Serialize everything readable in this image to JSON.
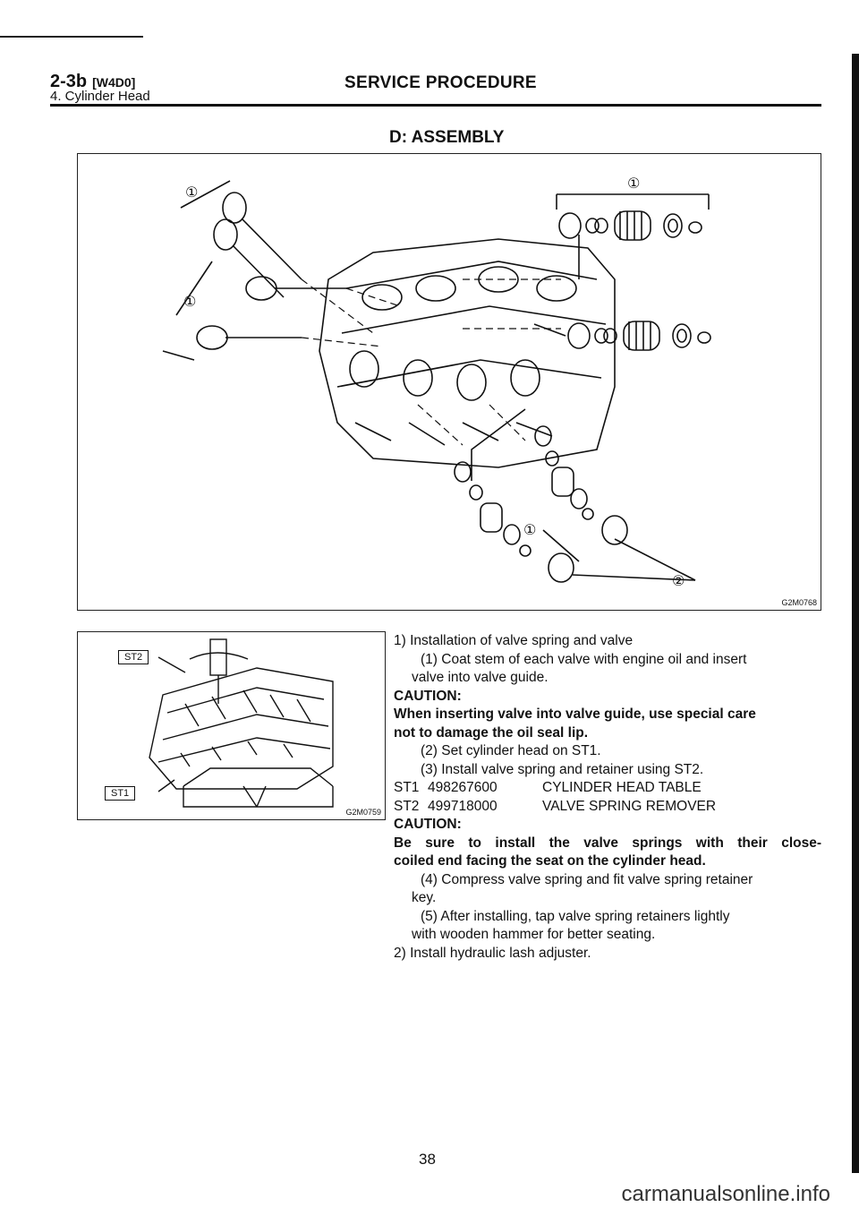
{
  "header": {
    "section_code": "2-3b",
    "section_subcode": "[W4D0]",
    "section_subtitle": "4. Cylinder Head",
    "running_title": "SERVICE PROCEDURE"
  },
  "subsection_title": "D: ASSEMBLY",
  "figures": {
    "main_code": "G2M0768",
    "main_callouts": [
      "①",
      "①",
      "①",
      "①",
      "②"
    ],
    "small_code": "G2M0759",
    "small_tags": [
      "ST2",
      "ST1"
    ]
  },
  "body": {
    "l1": "1) Installation of valve spring and valve",
    "l2": "(1) Coat stem of each valve with engine oil and insert",
    "l3": "valve into valve guide.",
    "caution1_label": "CAUTION:",
    "caution1_l1": "When inserting valve into valve guide, use special care",
    "caution1_l2": "not to damage the oil seal lip.",
    "l4": "(2) Set cylinder head on ST1.",
    "l5": "(3) Install valve spring and retainer using ST2.",
    "tools": [
      {
        "id": "ST1",
        "part": "498267600",
        "name": "CYLINDER HEAD TABLE"
      },
      {
        "id": "ST2",
        "part": "499718000",
        "name": "VALVE SPRING REMOVER"
      }
    ],
    "caution2_label": "CAUTION:",
    "caution2_l1": "Be sure to install the valve springs with their close-",
    "caution2_l2": "coiled end facing the seat on the cylinder head.",
    "l6": "(4) Compress valve spring and fit valve spring retainer",
    "l7": "key.",
    "l8": "(5) After installing, tap valve spring retainers lightly",
    "l9": "with wooden hammer for better seating.",
    "l10": "2) Install hydraulic lash adjuster."
  },
  "page_number": "38",
  "watermark": "carmanualsonline.info"
}
